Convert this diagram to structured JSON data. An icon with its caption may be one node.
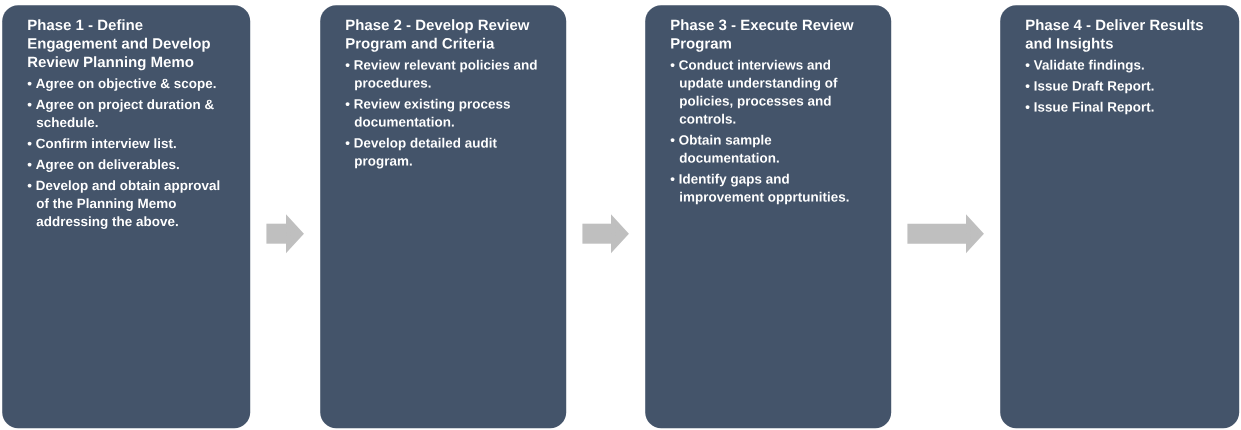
{
  "diagram": {
    "nodes": [
      {
        "text": [
          "Phase 1 - Define Engagement and Develop Review Planning Memo",
          "• Agree on objective & scope.",
          "• Agree on project duration & schedule.",
          "• Confirm interview list.",
          "• Agree on deliverables.",
          "• Develop and obtain approval of the Planning Memo addressing the above."
        ]
      },
      {
        "text": [
          "Phase 2 - Develop Review Program and Criteria",
          "• Review relevant policies and procedures.",
          "• Review existing process documentation.",
          "• Develop detailed audit program."
        ]
      },
      {
        "text": [
          "Phase 3 - Execute Review Program",
          "• Conduct interviews and update understanding of policies, processes and controls.",
          "• Obtain sample documentation.",
          "• Identify gaps and improvement opprtunities."
        ]
      },
      {
        "text": [
          "Phase 4 - Deliver Results and Insights",
          "• Validate findings.",
          "• Issue Draft Report.",
          "• Issue Final Report."
        ]
      }
    ],
    "edges": [
      {
        "from": 0,
        "to": 1,
        "arrow": "to"
      },
      {
        "from": 1,
        "to": 2,
        "arrow": "to"
      },
      {
        "from": 2,
        "to": 3,
        "arrow": "to"
      }
    ]
  }
}
